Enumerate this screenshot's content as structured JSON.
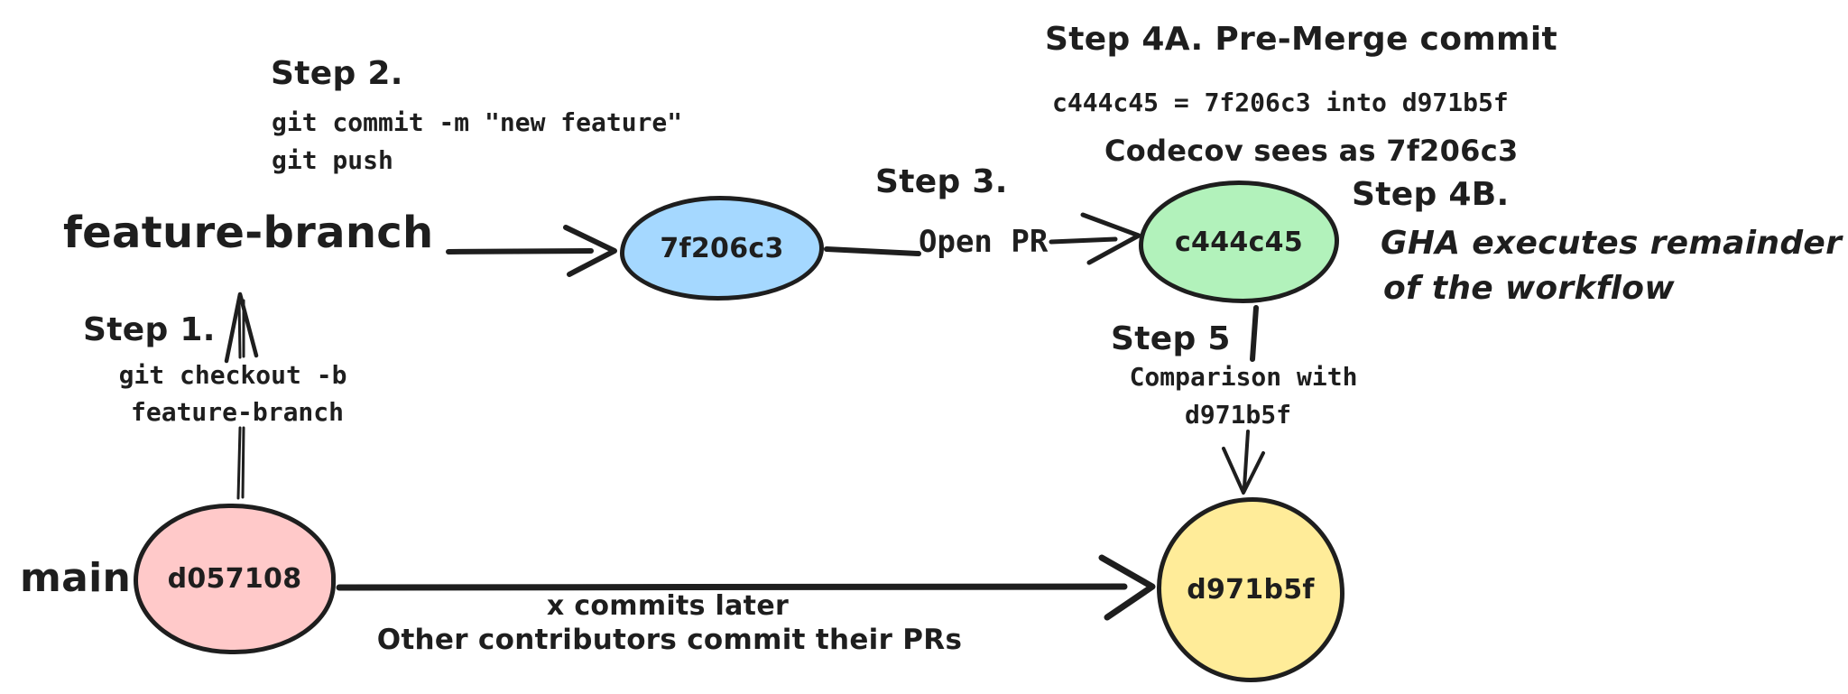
{
  "diagram": {
    "background": "#ffffff",
    "stroke_color": "#1e1e1e",
    "branch_labels": {
      "feature": "feature-branch",
      "main": "main"
    },
    "nodes": {
      "feature_commit": {
        "label": "7f206c3",
        "fill": "#a5d8ff"
      },
      "premerge_commit": {
        "label": "c444c45",
        "fill": "#b2f2bb"
      },
      "main_old_commit": {
        "label": "d057108",
        "fill": "#ffc9c9"
      },
      "main_head_commit": {
        "label": "d971b5f",
        "fill": "#ffec99"
      }
    },
    "steps": {
      "step1": {
        "title": "Step 1.",
        "code_line1": "git checkout -b",
        "code_line2": "feature-branch"
      },
      "step2": {
        "title": "Step 2.",
        "code_line1": "git commit -m \"new feature\"",
        "code_line2": "git push"
      },
      "step3": {
        "title": "Step 3.",
        "label": "Open PR"
      },
      "step4a": {
        "title": "Step 4A. Pre-Merge commit",
        "code": "c444c45 = 7f206c3 into d971b5f",
        "note": "Codecov sees as 7f206c3"
      },
      "step4b": {
        "title": "Step 4B.",
        "line1": "GHA executes remainder",
        "line2": "of the workflow"
      },
      "step5": {
        "title": "Step 5",
        "line1": "Comparison with",
        "line2": "d971b5f"
      }
    },
    "main_edge_note": {
      "line1": "x commits later",
      "line2": "Other contributors commit their PRs"
    }
  }
}
